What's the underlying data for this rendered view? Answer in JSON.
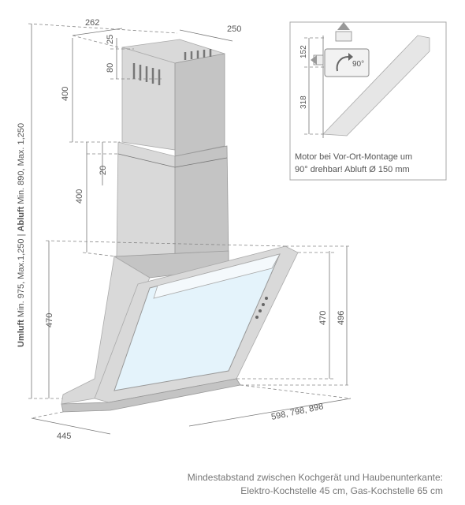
{
  "side_label": {
    "umluft": "Umluft",
    "umluft_values": " Min. 975, Max.1,250 | ",
    "abluft": "Abluft",
    "abluft_values": " Min. 890, Max. 1,250"
  },
  "dimensions": {
    "chimney_depth": "262",
    "chimney_width": "250",
    "vent_offset": "25",
    "vent_height": "80",
    "upper_chimney": "400",
    "overlap": "20",
    "lower_chimney": "400",
    "hood_height_left": "470",
    "hood_height_right": "470",
    "hood_total_height": "496",
    "hood_widths": "598, 798, 898",
    "hood_depth": "445"
  },
  "inset": {
    "dim_top": "152",
    "dim_bottom": "318",
    "rotation": "90°",
    "caption_line1": "Motor bei Vor-Ort-Montage um",
    "caption_line2": "90° drehbar! Abluft Ø 150 mm"
  },
  "footnote": {
    "line1": "Mindestabstand zwischen Kochgerät und Haubenunterkante:",
    "line2": "Elektro-Kochstelle 45 cm, Gas-Kochstelle 65 cm"
  },
  "colors": {
    "steel": "#d9d9d9",
    "glass": "#e4f3fb",
    "dimension_lines": "#777777"
  }
}
